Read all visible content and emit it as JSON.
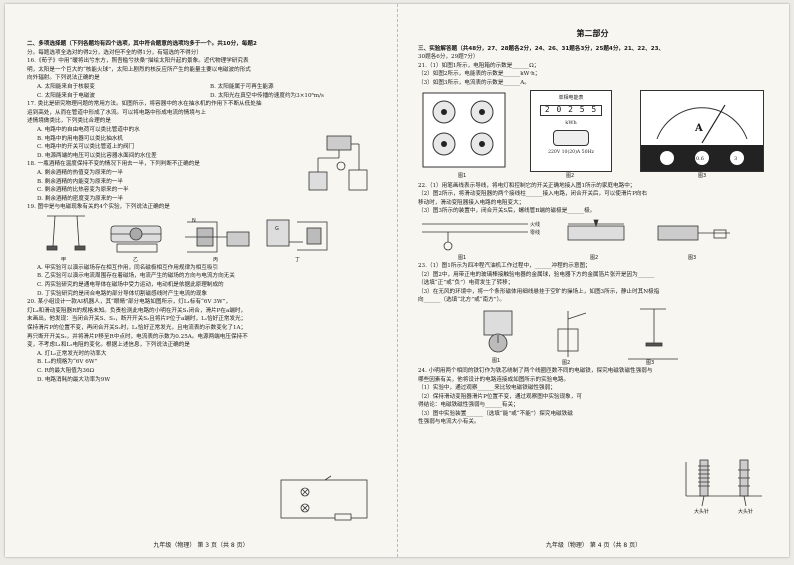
{
  "left": {
    "section_head": "二、多项选择题（下列各题均有四个选项，其中符合题意的选项均多于一个。共10分，每题2",
    "section_head2": "分。每题选项全选对的得2分，选对但不全的得1分，有错选的不得分）",
    "q16": [
      "16.《荀子》中用“暖将出兮东方，照吾槛兮扶桑”描绘太阳升起的景象。近代物理学研究表",
      "明，太阳是一个巨大的“核能火球”，太阳上剧烈的核反应所产生的能量主要以电磁波的形式",
      "向外辐射。下列说法正确的是"
    ],
    "q16_opts": [
      "A. 太阳能来自于核裂变",
      "B. 太阳能属于可再生能源",
      "C. 太阳能来自于电磁波",
      "D. 太阳光在真空中传播的速度约为3×10⁸m/s"
    ],
    "q17": [
      "17. 类比是研究物理问题的常用方法。如图所示，将容器中的水在抽水机的作用下不断从低处抽",
      "运到高处，从而在管道中形成了水流。可以将电路中形成电流的情境与上",
      "述情境做类比，下列类比合理的是"
    ],
    "q17_opts": [
      "A. 电路中的自由电荷可以类比管道中的水",
      "B. 电路中的用电器可以类比抽水机",
      "C. 电路中的开关可以类比管道上的阀门",
      "D. 电源两端的电压可以类比容器水面间的水位差"
    ],
    "q18": [
      "18. 一瓶酒精在温度保持不变的情况下用去一半，下列判断不正确的是"
    ],
    "q18_opts": [
      "A. 剩余酒精的热值变为原来的一半",
      "B. 剩余酒精的内能变为原来的一半",
      "C. 剩余酒精的比热容变为原来的一半",
      "D. 剩余酒精的密度变为原来的一半"
    ],
    "q19": "19. 图中是与电磁现象有关的4个实验，下列说法正确的是",
    "q19_labels": [
      "甲",
      "乙",
      "丙",
      "丁"
    ],
    "q19_opts": [
      "A. 甲实验可以演示磁场存在相互作用，同名磁极相互作用规律为相互吸引",
      "B. 乙实验可以演示电流周围存在着磁场，电流产生的磁场的方向与电流方向无关",
      "C. 丙实验研究的是通电导体在磁场中受力运动，电动机是依据此原理制成的",
      "D. 丁实验研究的是闭合电路的部分导体切割磁感线时产生电流的现象"
    ],
    "q20": [
      "20. 某小组设计一款AI机器人，其“眼睛”部分电路如图所示，灯L₁标有“6V 3W”，",
      "灯L₂和滑动变阻器R的规格未知。负责检测此电路的小明在开关S₁闭合，滑片P在a端时，",
      "末画出，他发现：当闭合开关S、S₁，断开开关S₂且将片P位于a端时，L₁恰好正常发光；",
      "保持滑片P的位置不变，再闭合开关S₂时，L₁恰好正常发光，且电流表的示数变化了1A；",
      "再只断开开关S₂，并将滑片P移至R中点时，电流表的示数为0.25A。电源两端电压保持不",
      "变，不考虑L₁和L₂电阻的变化。根据上述信息，下列说法正确的是"
    ],
    "q20_opts": [
      "A. 灯L₂正常发光时的功率大",
      "B. L₂的规格为“6V 6W”",
      "C. R的最大阻值为36Ω",
      "D. 电路消耗的最大功率为9W"
    ],
    "footer": "九年级（物理）  第 3 页（共 8 页）"
  },
  "right": {
    "part_title": "第二部分",
    "section_head": "三、实验解答题（共48分，27、28题各2分，24、26、31题各3分，25题4分，21、22、23、",
    "section_head2": "30题各6分，29题7分）",
    "q21": [
      "21.（1）如图1所示，电阻箱的示数是______Ω；",
      "（2）如图2所示，电能表的示数是______kW·h；",
      "（3）如图3所示，电流表的示数是______A。"
    ],
    "fig_labels": [
      "图1",
      "图2",
      "图3"
    ],
    "meter_title": "单相电能表",
    "meter_digits": "2 0 2 5 5",
    "meter_unit": "kWh",
    "meter_spec": "220V 10(20)A 50Hz",
    "ammeter_label": "A",
    "ammeter_terminal": "0.6",
    "ammeter_terminal2": "3",
    "q22": [
      "22.（1）用笔画线表示导线，将电灯和控制它的开关正确地接入图1所示的家庭电路中；",
      "（2）图2所示，将滑动变阻器的两个接线柱______接入电路，闭合开关后，可以使滑片P向右",
      "   移动时，滑动变阻器接入电路的电阻变大；",
      "（3）图3所示的装置中，闭合开关S后，螺线管B端的磁极是______极。"
    ],
    "wire_labels": [
      "火线",
      "零线"
    ],
    "q23": [
      "23.（1）图1所示为四冲程汽油机工作过程中，______冲程的示意图；",
      "（2）图2中，用带正电的玻璃棒接触验电器的金属球，验电器下方的金属箔片张开是因为______",
      "   （选填“正”或“负”）电荷发生了转移；",
      "（3）在无风的环境中，将一个条形磁体用细线悬挂于空旷的操场上，如图3所示，静止时其N极指",
      "   向______（选填“北方”或“南方”）。"
    ],
    "q24": [
      "24. 小明用两个相同的铁钉作为铁芯绕制了两个线圈匝数不同的电磁铁，探究电磁铁磁性强弱与",
      "哪些因素有关，他将设计的电路连接成如图所示的实验电路。",
      "（1）实验中，通过观察______来比较电磁铁磁性强弱；",
      "（2）保持滑动变阻器滑片P位置不变，通过观察图中实验现象，可",
      "   得结论：电磁铁磁性强弱与______有关；",
      "（3）图中实验装置______（选填“能”或“不能”）探究电磁铁磁",
      "   性强弱与电流大小有关。"
    ],
    "q24_labels": [
      "大头针",
      "大头针"
    ],
    "footer": "九年级（物理）  第 4 页（共 8 页）"
  }
}
